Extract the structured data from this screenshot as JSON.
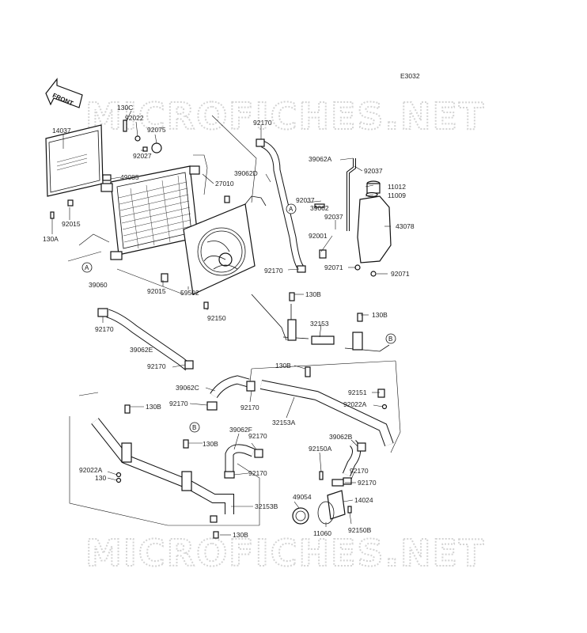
{
  "diagram_code": "E3032",
  "front_label": "FRONT",
  "watermark": "MICROFICHES.NET",
  "callout_a": "A",
  "callout_b": "B",
  "labels": {
    "p1": "130C",
    "p2": "92022",
    "p3": "92075",
    "p4": "14037",
    "p5": "92027",
    "p6": "92170",
    "p7": "49085",
    "p8": "27010",
    "p9": "39062D",
    "p10": "39062A",
    "p11": "92037",
    "p12": "11012",
    "p13": "11009",
    "p14": "92037",
    "p15": "39062",
    "p16": "92037",
    "p17": "92015",
    "p18": "130A",
    "p19": "43078",
    "p20": "92001",
    "p21": "92071",
    "p22": "92071",
    "p23": "39060",
    "p24": "92170",
    "p25": "92015",
    "p26": "59502",
    "p27": "92150",
    "p28": "130B",
    "p29": "130B",
    "p30": "32153",
    "p31": "92170",
    "p32": "39062E",
    "p33": "92170",
    "p34": "130B",
    "p35": "39062C",
    "p36": "92151",
    "p37": "92170",
    "p38": "92170",
    "p39": "92022A",
    "p40": "130B",
    "p41": "32153A",
    "p42": "39062F",
    "p43": "92170",
    "p44": "130B",
    "p45": "39062B",
    "p46": "92150A",
    "p47": "92022A",
    "p48": "130",
    "p49": "92170",
    "p50": "92170",
    "p51": "92170",
    "p52": "32153B",
    "p53": "49054",
    "p54": "14024",
    "p55": "11060",
    "p56": "92150B",
    "p57": "130B"
  }
}
